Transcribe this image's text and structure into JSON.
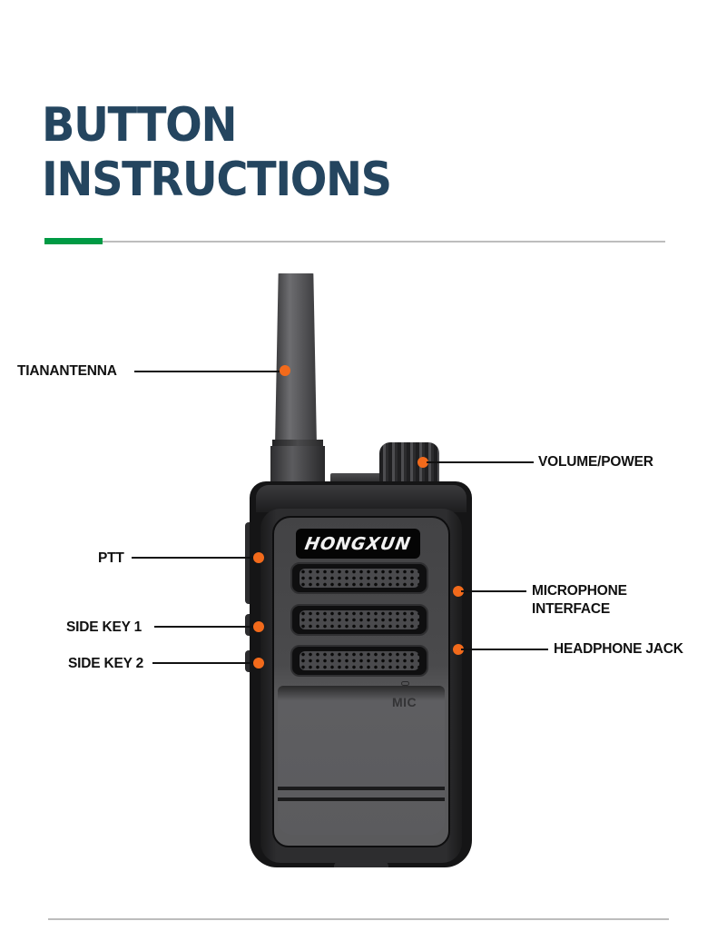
{
  "header": {
    "title_line1": "BUTTON",
    "title_line2": "INSTRUCTIONS"
  },
  "colors": {
    "title": "#24455f",
    "accent_green": "#009a44",
    "rule_gray": "#bdbdbd",
    "callout_dot": "#f26a1b",
    "label_text": "#111111"
  },
  "device": {
    "brand": "HONGXUN",
    "mic_marking": "MIC"
  },
  "callouts": [
    {
      "id": "antenna",
      "label": "TIANANTENNA",
      "side": "left"
    },
    {
      "id": "volume-power",
      "label": "VOLUME/POWER",
      "side": "right"
    },
    {
      "id": "ptt",
      "label": "PTT",
      "side": "left"
    },
    {
      "id": "microphone-interface",
      "label_line1": "MICROPHONE",
      "label_line2": "INTERFACE",
      "side": "right"
    },
    {
      "id": "side-key-1",
      "label": "SIDE KEY 1",
      "side": "left"
    },
    {
      "id": "headphone-jack",
      "label": "HEADPHONE JACK",
      "side": "right"
    },
    {
      "id": "side-key-2",
      "label": "SIDE KEY 2",
      "side": "left"
    }
  ]
}
